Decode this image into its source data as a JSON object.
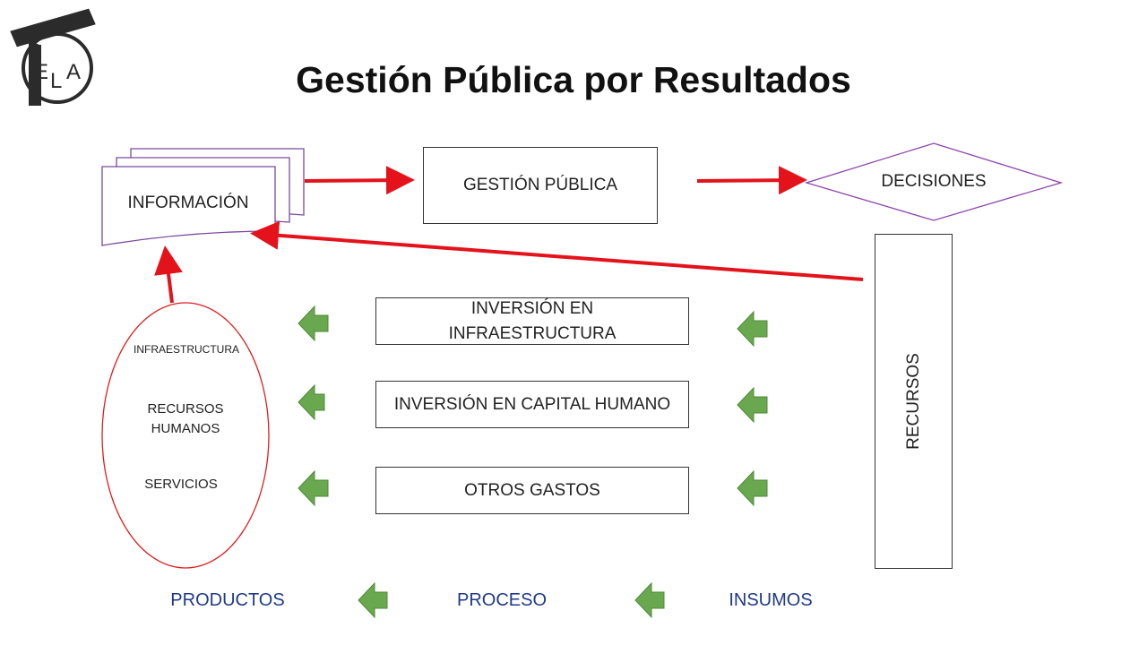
{
  "title": "Gestión Pública por Resultados",
  "logo": {
    "text": "ELA",
    "letters": [
      "E",
      "L",
      "A"
    ]
  },
  "nodes": {
    "informacion": "INFORMACIÓN",
    "gestion_publica": "GESTIÓN PÚBLICA",
    "decisiones": "DECISIONES",
    "recursos": "RECURSOS"
  },
  "process_boxes": [
    "INVERSIÓN EN INFRAESTRUCTURA",
    "INVERSIÓN EN CAPITAL HUMANO",
    "OTROS GASTOS"
  ],
  "products_ellipse": {
    "items": [
      "INFRAESTRUCTURA",
      "RECURSOS HUMANOS",
      "SERVICIOS"
    ]
  },
  "footer": [
    "PRODUCTOS",
    "PROCESO",
    "INSUMOS"
  ],
  "colors": {
    "flow_arrow": "#e3121b",
    "block_arrow_fill": "#6aa84f",
    "block_arrow_stroke": "#4e8a37",
    "diamond_border": "#8e44ad",
    "ellipse_border": "#e01e1e",
    "footer_text": "#1f3a8a",
    "logo_ink": "#2b2b2b"
  }
}
